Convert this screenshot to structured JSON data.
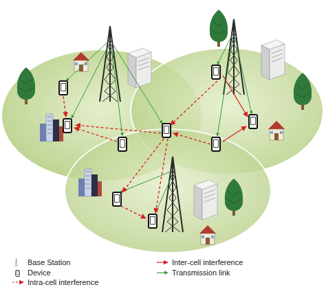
{
  "diagram": {
    "legend": [
      {
        "text": "Base Station"
      },
      {
        "text": "Device"
      },
      {
        "text": "Intra-cell interference"
      },
      {
        "text": "Inter-cell interference"
      },
      {
        "text": "Transmission link"
      }
    ]
  }
}
